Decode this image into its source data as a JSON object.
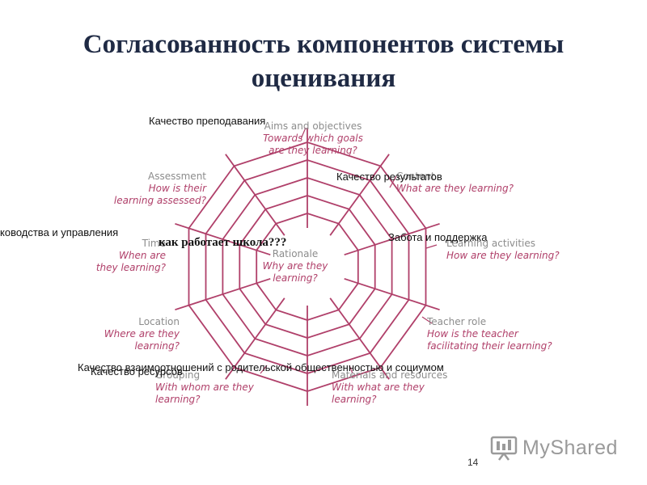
{
  "slide": {
    "title_line1": "Согласованность компонентов системы",
    "title_line2": "оценивания",
    "page_number": "14"
  },
  "overlay_labels": {
    "teaching_quality": "Качество преподавания",
    "results_quality": "Качество результатов",
    "leadership": "ководства  и управления",
    "care_support": "Забота и поддержка",
    "how_school_works": "как работает школа???",
    "resources_quality": "Качество ресурсов",
    "relations_quality": "Качество взаимоотношений  с родительской общественностью  и социумом"
  },
  "web_labels": {
    "rationale": {
      "heading": "Rationale",
      "question": [
        "Why are they",
        "learning?"
      ]
    },
    "aims": {
      "heading": "Aims and objectives",
      "question": [
        "Towards which goals",
        "are they learning?"
      ]
    },
    "content": {
      "heading": "Content",
      "question": [
        "What are they learning?"
      ]
    },
    "learning_activities": {
      "heading": "Learning activities",
      "question": [
        "How are they learning?"
      ]
    },
    "teacher_role": {
      "heading": "Teacher role",
      "question": [
        "How is the teacher",
        "facilitating their learning?"
      ]
    },
    "materials": {
      "heading": "Materials and resources",
      "question": [
        "With what are they",
        "learning?"
      ]
    },
    "grouping": {
      "heading": "Grouping",
      "question": [
        "With whom are they",
        "learning?"
      ]
    },
    "location": {
      "heading": "Location",
      "question": [
        "Where are they",
        "learning?"
      ]
    },
    "time": {
      "heading": "Time",
      "question": [
        "When are",
        "they learning?"
      ]
    },
    "assessment": {
      "heading": "Assessment",
      "question": [
        "How is their",
        "learning assessed?"
      ]
    }
  },
  "colors": {
    "web_line": "#b0406a",
    "web_heading": "#8c8c8c",
    "web_question": "#b0406a",
    "title": "#1f2a44"
  },
  "logo": {
    "text": "MyShared",
    "icon": "projector-screen-icon"
  }
}
